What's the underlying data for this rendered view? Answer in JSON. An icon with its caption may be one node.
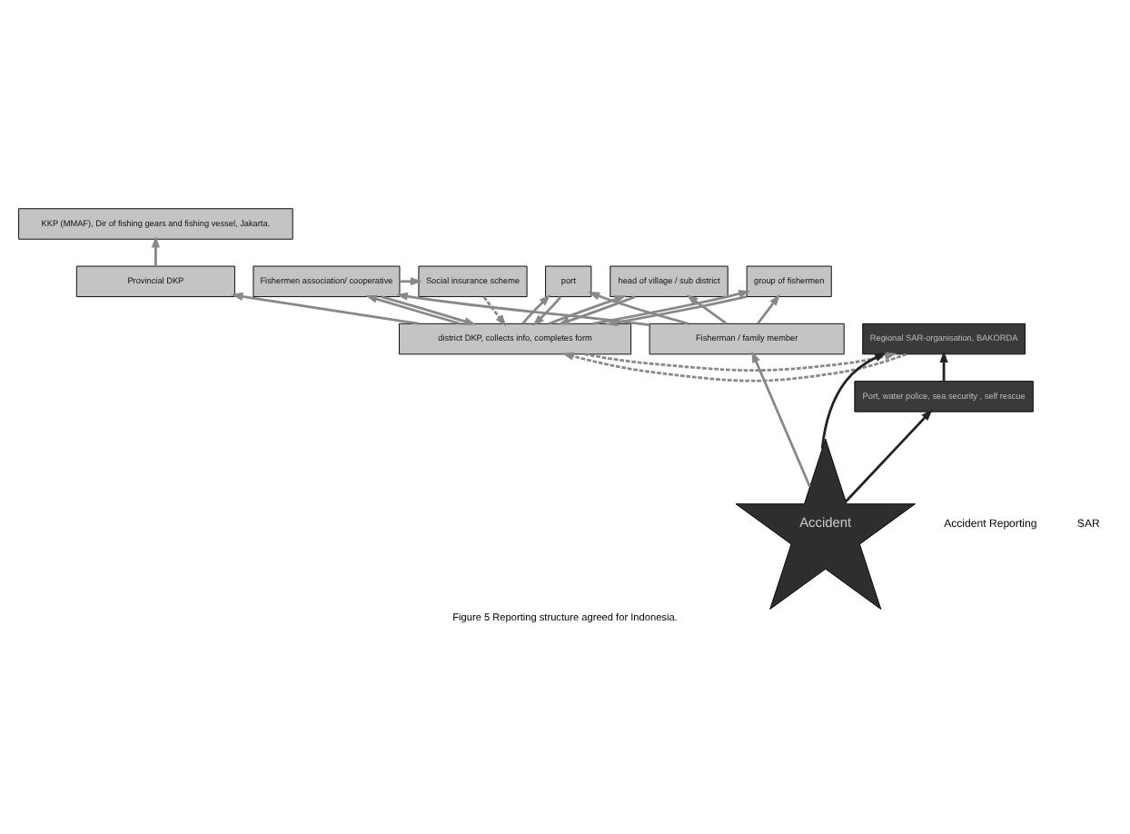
{
  "diagram": {
    "caption": "Figure 5 Reporting structure agreed for Indonesia.",
    "nodes": [
      {
        "text": [
          "KKP (MMAF), Dir of fishing gears and fishing vessel, Jakarta."
        ]
      },
      {
        "text": [
          "Provincial DKP"
        ]
      },
      {
        "text": [
          "district DKP, collects info, completes form"
        ]
      },
      {
        "text": [
          "Social insurance scheme"
        ]
      },
      {
        "text": [
          "port"
        ]
      },
      {
        "text": [
          "head of village / sub district"
        ]
      },
      {
        "text": [
          "group of fishermen"
        ]
      },
      {
        "text": [
          "Fishermen association/ cooperative"
        ]
      },
      {
        "text": [
          "Fisherman / family member"
        ]
      },
      {
        "text": [
          "Regional SAR-organisation, BAKORDA"
        ]
      },
      {
        "text": [
          "Port, water police, sea security , self rescue"
        ]
      },
      {
        "text": [
          "Accident"
        ]
      }
    ],
    "edges": [
      {
        "from": 1,
        "to": 0,
        "arrow": "to"
      },
      {
        "from": 2,
        "to": 1,
        "arrow": "to"
      },
      {
        "from": 3,
        "to": 2,
        "arrow": "to",
        "style": "dashed"
      },
      {
        "from": 4,
        "to": 2,
        "arrow": "to"
      },
      {
        "from": 2,
        "to": 4,
        "arrow": "to"
      },
      {
        "from": 5,
        "to": 2,
        "arrow": "to"
      },
      {
        "from": 2,
        "to": 5,
        "arrow": "to"
      },
      {
        "from": 6,
        "to": 2,
        "arrow": "to"
      },
      {
        "from": 2,
        "to": 6,
        "arrow": "to"
      },
      {
        "from": 7,
        "to": 2,
        "arrow": "to"
      },
      {
        "from": 2,
        "to": 7,
        "arrow": "to"
      },
      {
        "from": 7,
        "to": 3,
        "arrow": "to"
      },
      {
        "from": 8,
        "to": 4,
        "arrow": "to"
      },
      {
        "from": 8,
        "to": 5,
        "arrow": "to"
      },
      {
        "from": 8,
        "to": 6,
        "arrow": "to"
      },
      {
        "from": 8,
        "to": 7,
        "arrow": "to"
      },
      {
        "from": 2,
        "to": 9,
        "arrow": "to",
        "style": "dashed"
      },
      {
        "from": 9,
        "to": 2,
        "arrow": "to",
        "style": "dashed"
      },
      {
        "from": 11,
        "to": 8,
        "arrow": "to"
      },
      {
        "from": 11,
        "to": 9,
        "arrow": "to",
        "color": "#222222"
      },
      {
        "from": 11,
        "to": 10,
        "arrow": "to",
        "color": "#222222"
      },
      {
        "from": 10,
        "to": 9,
        "arrow": "to",
        "color": "#222222"
      }
    ],
    "labels": [
      "Accident Reporting",
      "SAR"
    ]
  }
}
